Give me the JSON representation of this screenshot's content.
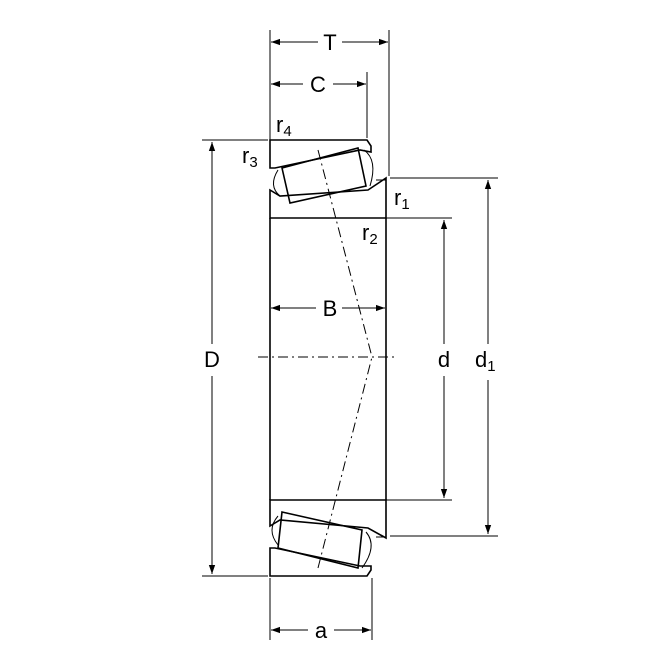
{
  "labels": {
    "T": "T",
    "C": "C",
    "r4": {
      "base": "r",
      "sub": "4"
    },
    "r3": {
      "base": "r",
      "sub": "3"
    },
    "r1": {
      "base": "r",
      "sub": "1"
    },
    "r2": {
      "base": "r",
      "sub": "2"
    },
    "B": "B",
    "D": "D",
    "d": "d",
    "d1": {
      "base": "d",
      "sub": "1"
    },
    "a": "a"
  },
  "colors": {
    "line": "#000000",
    "background": "#ffffff"
  }
}
